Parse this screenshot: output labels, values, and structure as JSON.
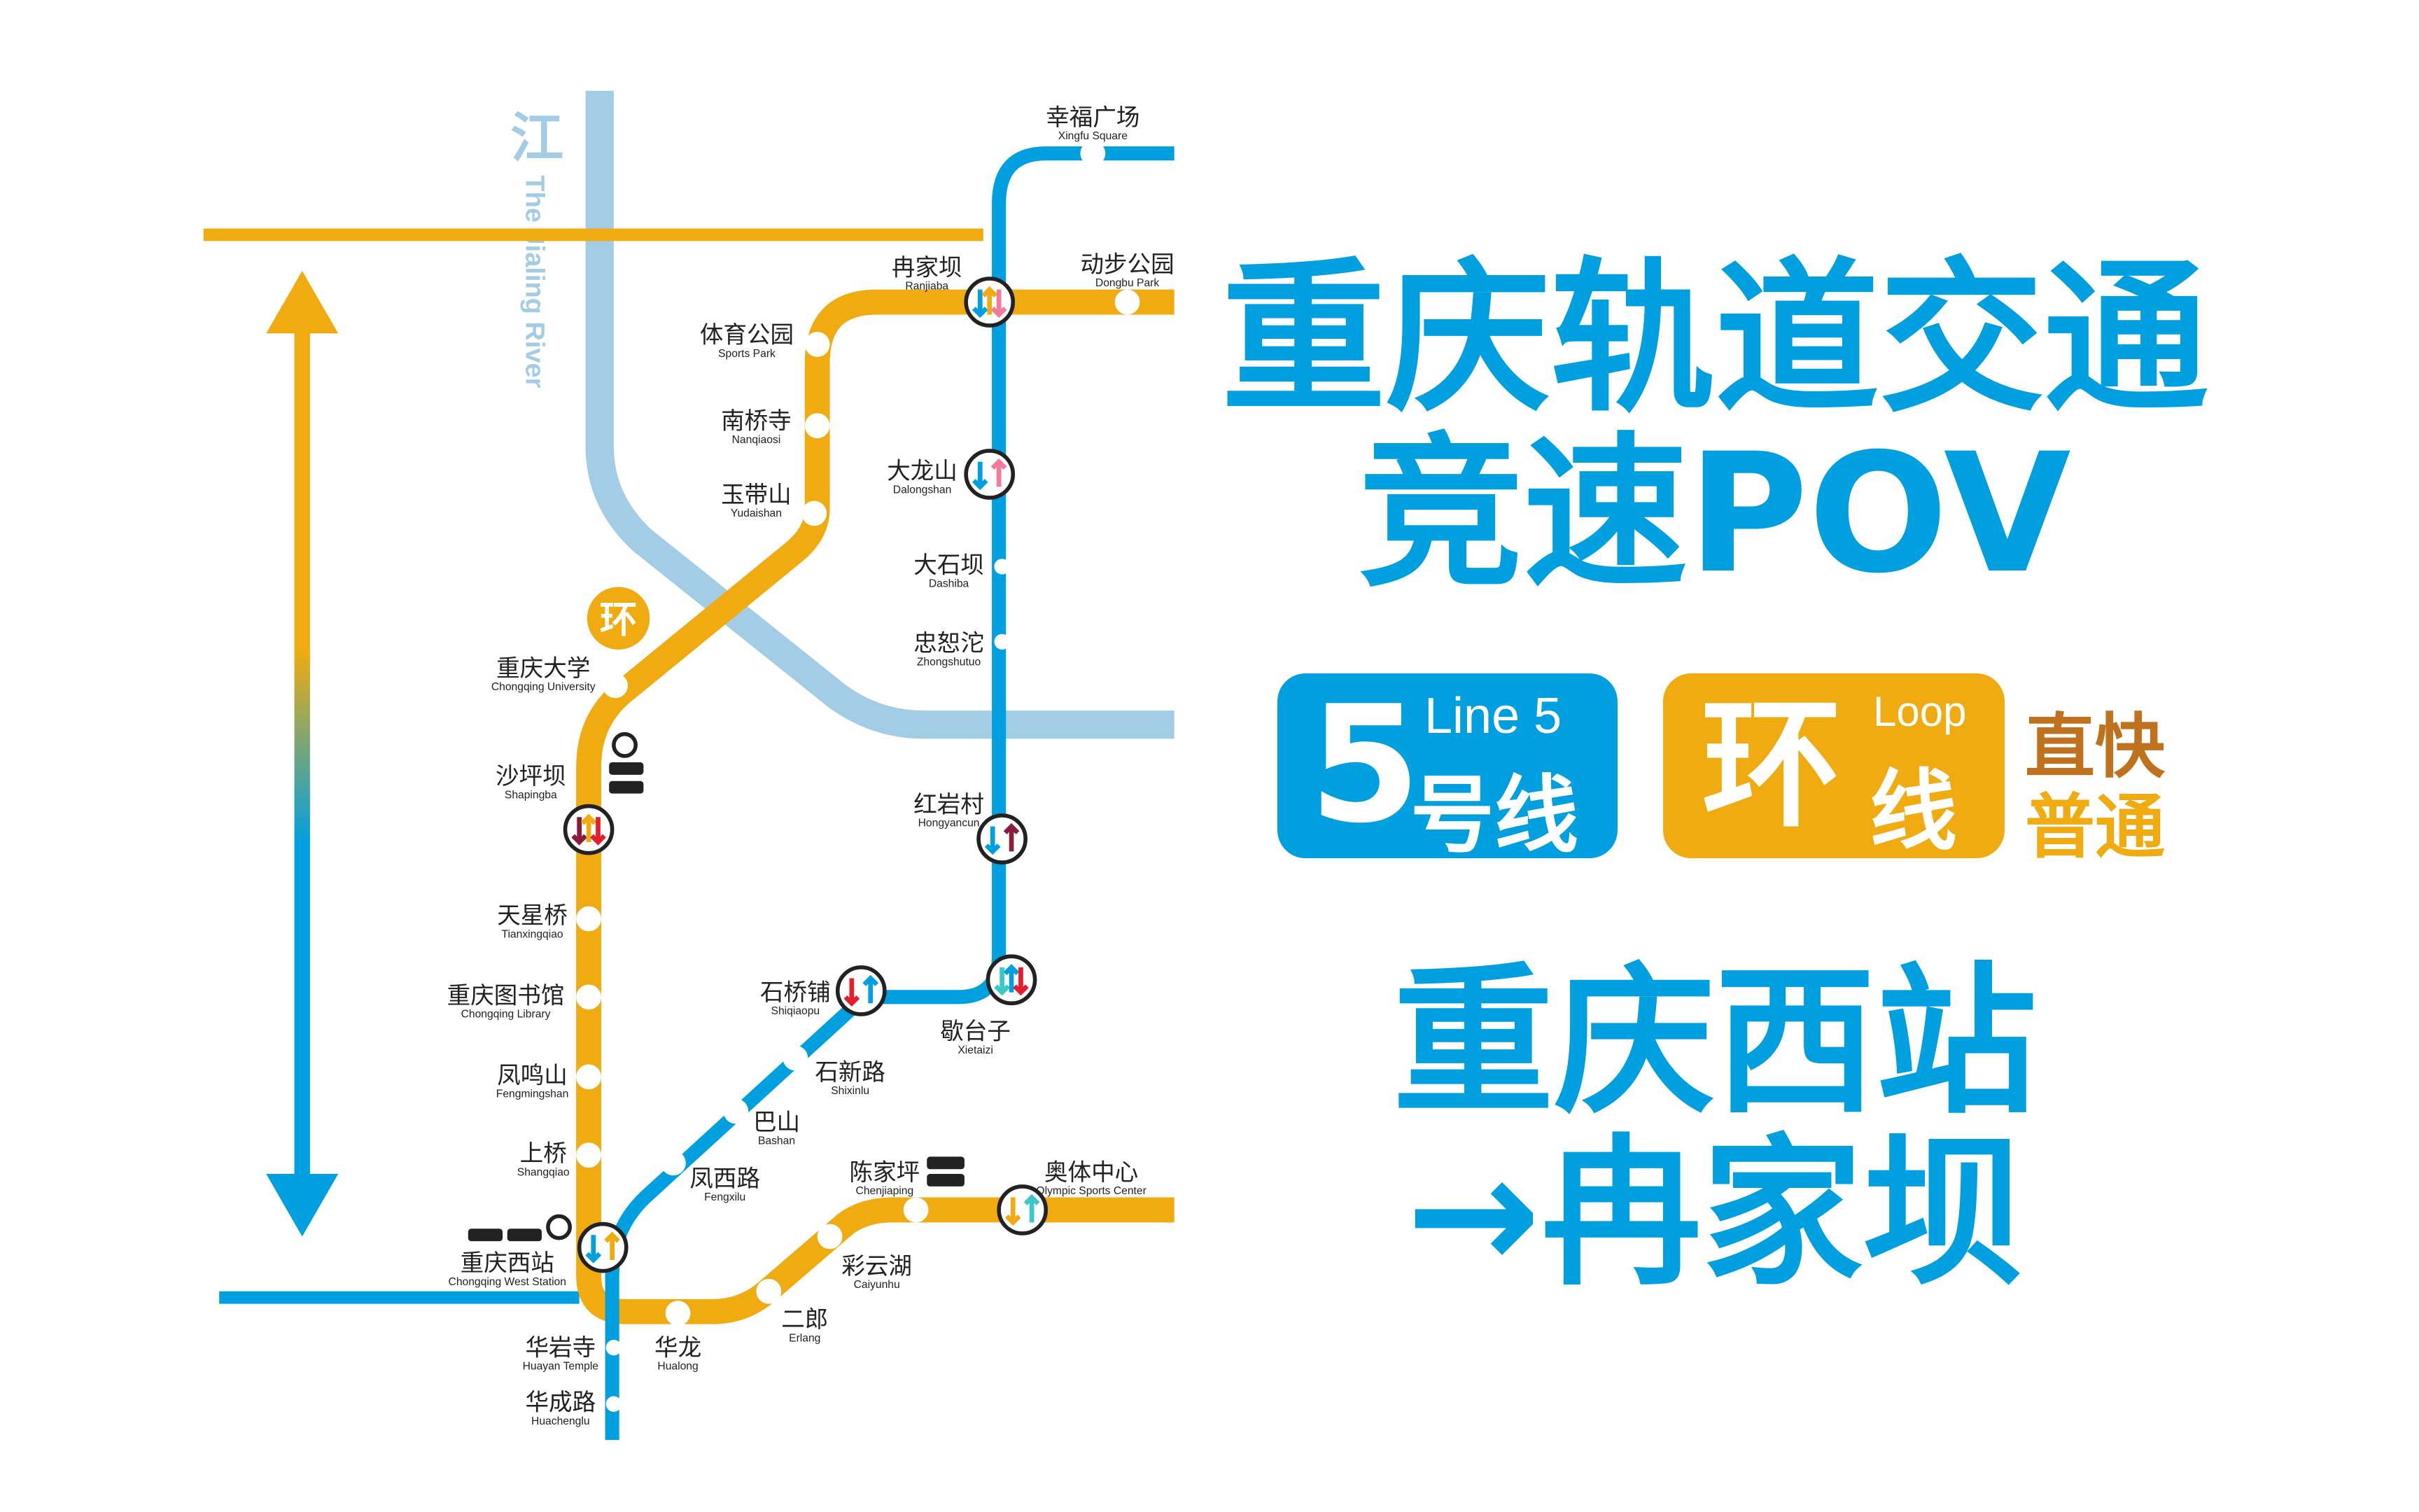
{
  "colors": {
    "line5": "#00a0e0",
    "loop": "#f0ab10",
    "river": "#a2cde4",
    "express": "#c0711e",
    "local": "#f0ab10"
  },
  "river": {
    "label_cn": "江",
    "label_en": "The Jialing River"
  },
  "loop_badge": "环",
  "title": {
    "line1": "重庆轨道交通",
    "line2": "竞速POV",
    "route_from": "重庆西站",
    "route_to": "→冉家坝"
  },
  "line5_badge": {
    "number": "5",
    "en": "Line 5",
    "cn": "号线"
  },
  "loop_line_badge": {
    "cn_big": "环",
    "en": "Loop",
    "cn": "线"
  },
  "service": {
    "express": "直快",
    "local": "普通"
  },
  "stations": [
    {
      "cn": "幸福广场",
      "en": "Xingfu Square"
    },
    {
      "cn": "冉家坝",
      "en": "Ranjiaba",
      "transfer_colors": [
        "#00a0e0",
        "#f0ab10",
        "#f27a9a"
      ]
    },
    {
      "cn": "动步公园",
      "en": "Dongbu Park"
    },
    {
      "cn": "体育公园",
      "en": "Sports Park"
    },
    {
      "cn": "南桥寺",
      "en": "Nanqiaosi"
    },
    {
      "cn": "玉带山",
      "en": "Yudaishan"
    },
    {
      "cn": "大龙山",
      "en": "Dalongshan",
      "transfer_colors": [
        "#00a0e0",
        "#f27a9a"
      ]
    },
    {
      "cn": "大石坝",
      "en": "Dashiba"
    },
    {
      "cn": "忠恕沱",
      "en": "Zhongshutuo"
    },
    {
      "cn": "重庆大学",
      "en": "Chongqing University"
    },
    {
      "cn": "沙坪坝",
      "en": "Shapingba",
      "transfer_colors": [
        "#8a1c3c",
        "#f0ab10",
        "#e41e2a"
      ]
    },
    {
      "cn": "红岩村",
      "en": "Hongyancun",
      "transfer_colors": [
        "#00a0e0",
        "#8a1c3c"
      ]
    },
    {
      "cn": "天星桥",
      "en": "Tianxingqiao"
    },
    {
      "cn": "重庆图书馆",
      "en": "Chongqing Library"
    },
    {
      "cn": "凤鸣山",
      "en": "Fengmingshan"
    },
    {
      "cn": "上桥",
      "en": "Shangqiao"
    },
    {
      "cn": "石桥铺",
      "en": "Shiqiaopu",
      "transfer_colors": [
        "#e41e2a",
        "#00a0e0"
      ]
    },
    {
      "cn": "歇台子",
      "en": "Xietaizi",
      "transfer_colors": [
        "#3cc8c8",
        "#00a0e0",
        "#e41e2a"
      ]
    },
    {
      "cn": "石新路",
      "en": "Shixinlu"
    },
    {
      "cn": "巴山",
      "en": "Bashan"
    },
    {
      "cn": "凤西路",
      "en": "Fengxilu"
    },
    {
      "cn": "陈家坪",
      "en": "Chenjiaping"
    },
    {
      "cn": "奥体中心",
      "en": "Olympic Sports Center",
      "transfer_colors": [
        "#f0ab10",
        "#3cc8c8"
      ]
    },
    {
      "cn": "重庆西站",
      "en": "Chongqing West Station",
      "transfer_colors": [
        "#00a0e0",
        "#f0ab10"
      ]
    },
    {
      "cn": "彩云湖",
      "en": "Caiyunhu"
    },
    {
      "cn": "二郎",
      "en": "Erlang"
    },
    {
      "cn": "华龙",
      "en": "Hualong"
    },
    {
      "cn": "华岩寺",
      "en": "Huayan Temple"
    },
    {
      "cn": "华成路",
      "en": "Huachenglu"
    }
  ]
}
